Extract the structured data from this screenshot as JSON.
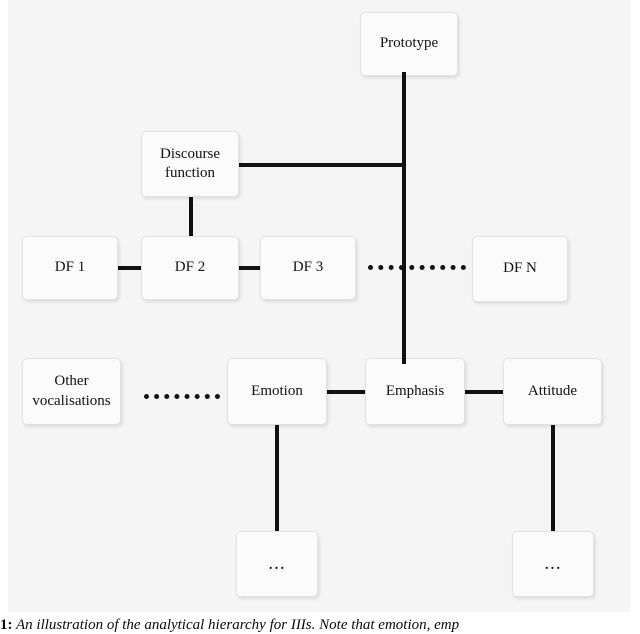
{
  "figure": {
    "background_color": "#f5f5f5",
    "line_color": "#111111",
    "box_fill": "#fbfbfb",
    "box_border": "#e2e2e2",
    "nodes": {
      "prototype": "Prototype",
      "discourse_function": "Discourse\nfunction",
      "df1": "DF 1",
      "df2": "DF 2",
      "df3": "DF 3",
      "dfn": "DF N",
      "other_vocalisations": "Other\nvocalisations",
      "emotion": "Emotion",
      "emphasis": "Emphasis",
      "attitude": "Attitude",
      "emotion_children": "...",
      "attitude_children": "..."
    }
  },
  "caption": {
    "number": "1:",
    "text": "An illustration of the analytical hierarchy for IIIs. Note that emotion, emp"
  }
}
